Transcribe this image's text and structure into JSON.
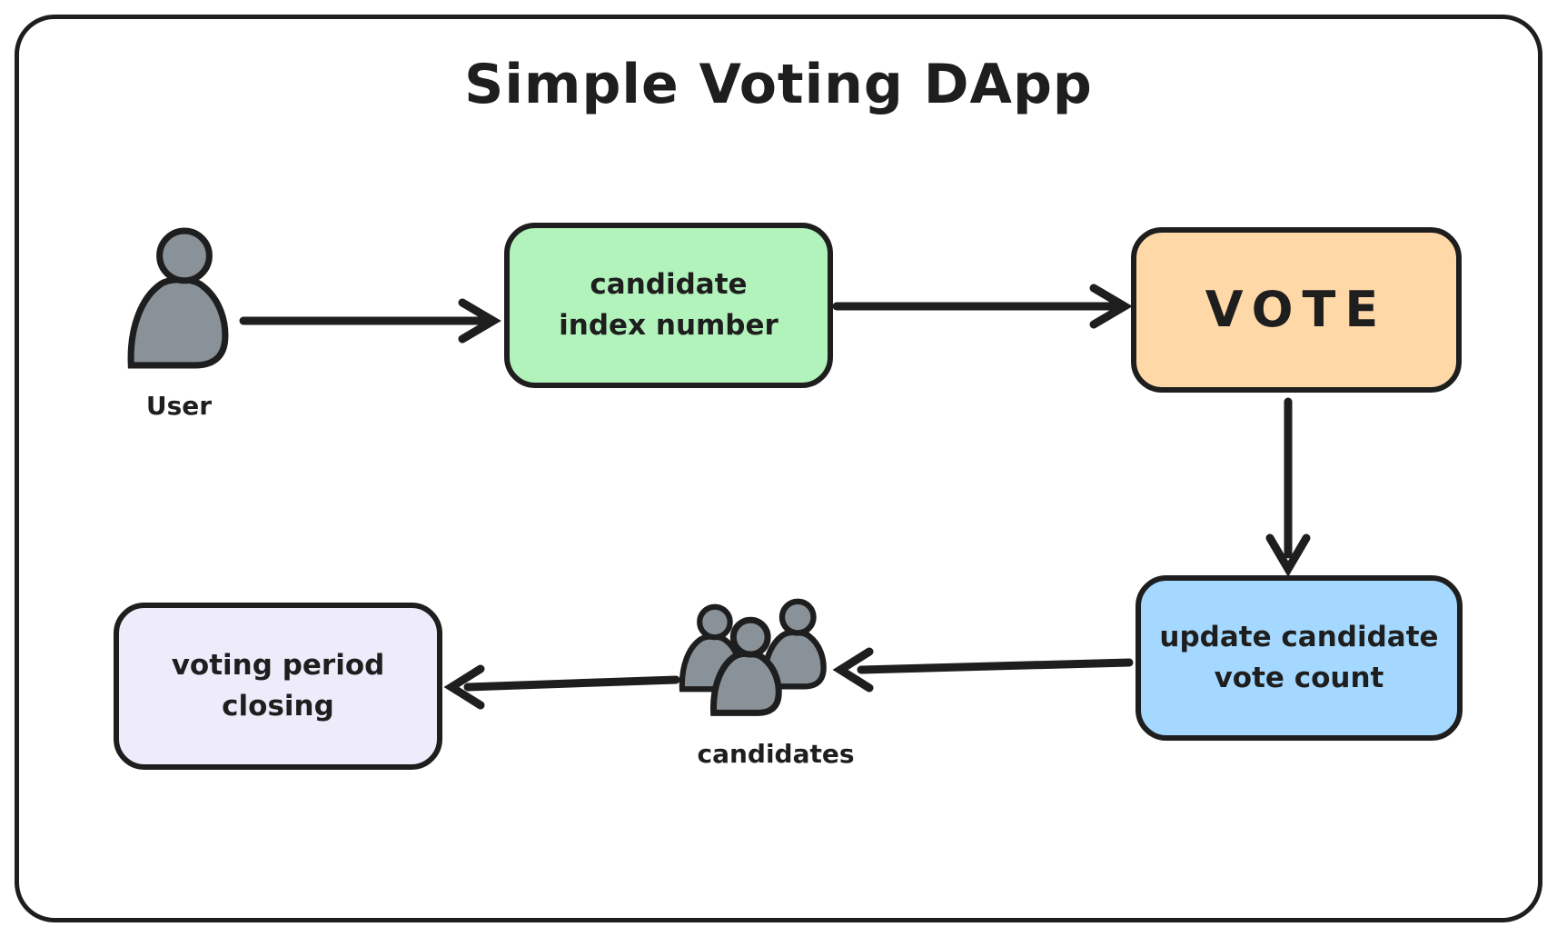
{
  "title": "Simple Voting DApp",
  "colors": {
    "background": "#ffffff",
    "stroke": "#1e1e1e",
    "green": "#b2f2bb",
    "orange": "#ffd8a8",
    "blue": "#a5d8ff",
    "lavender": "#eeecfb",
    "gray": "#8a9299"
  },
  "nodes": {
    "user": {
      "label": "User",
      "type": "actor"
    },
    "candidate_index": {
      "label": "candidate\nindex number",
      "fill": "#b2f2bb"
    },
    "vote": {
      "label": "VOTE",
      "fill": "#ffd8a8"
    },
    "update_count": {
      "label": "update candidate\nvote count",
      "fill": "#a5d8ff"
    },
    "candidates": {
      "label": "candidates",
      "type": "actor-group"
    },
    "voting_period": {
      "label": "voting period\nclosing",
      "fill": "#eeecfb"
    }
  },
  "connections": [
    {
      "from": "user",
      "to": "candidate_index",
      "direction": "right"
    },
    {
      "from": "candidate_index",
      "to": "vote",
      "direction": "right"
    },
    {
      "from": "vote",
      "to": "update_count",
      "direction": "down"
    },
    {
      "from": "update_count",
      "to": "candidates",
      "direction": "left"
    },
    {
      "from": "candidates",
      "to": "voting_period",
      "direction": "left"
    }
  ]
}
